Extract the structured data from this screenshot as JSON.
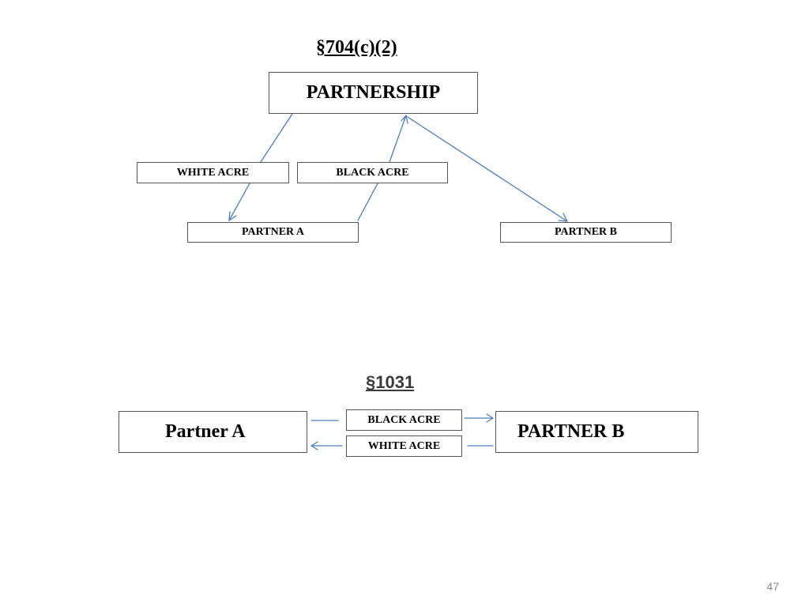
{
  "section_704": {
    "heading": "§704(c)(2)",
    "partnership": "PARTNERSHIP",
    "white_acre": "WHITE ACRE",
    "black_acre": "BLACK ACRE",
    "partner_a": "PARTNER A",
    "partner_b": "PARTNER B"
  },
  "section_1031": {
    "heading": "§1031",
    "partner_a": "Partner A",
    "partner_b": "PARTNER B",
    "black_acre": "BLACK ACRE",
    "white_acre": "WHITE ACRE"
  },
  "page_number": "47",
  "colors": {
    "arrow": "#4a7ebb",
    "box_border": "#555555"
  }
}
